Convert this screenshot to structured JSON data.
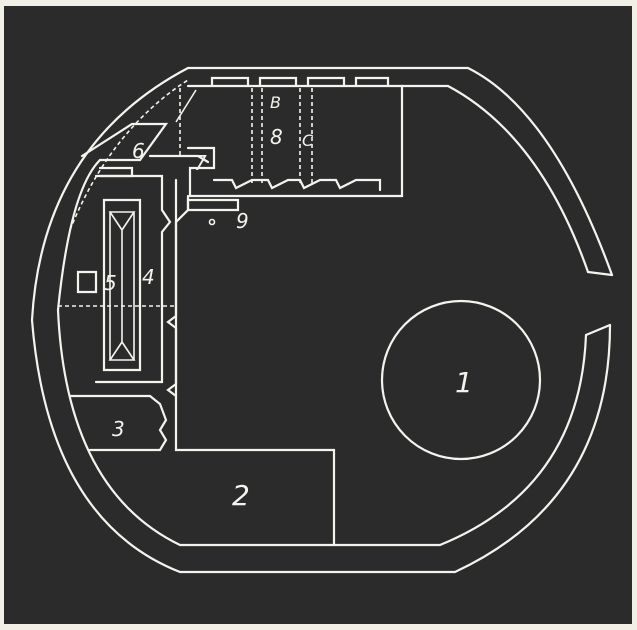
{
  "colors": {
    "paper": "#f2efe6",
    "board": "#2b2b2b",
    "line": "#f4f3ee"
  },
  "labels": {
    "one": "1",
    "two": "2",
    "three": "3",
    "four": "4",
    "five": "5",
    "six": "6",
    "seven": "7",
    "eight": "8",
    "nine": "9",
    "b": "B",
    "c": "C"
  }
}
